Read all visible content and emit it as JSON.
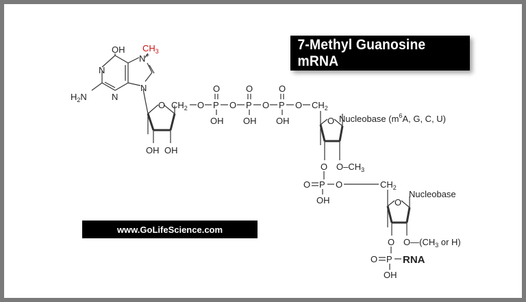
{
  "title": "7-Methyl Guanosine mRNA",
  "url": "www.GoLifeScience.com",
  "colors": {
    "methyl_label": "#cc1111",
    "label_background": "#000000",
    "frame": "#7a7a7a"
  },
  "labels": {
    "oh": "OH",
    "ch3": "CH",
    "ch3_sub": "3",
    "n_plus": "N",
    "plus": "+",
    "n": "N",
    "h2n": "H",
    "h2n_sub": "2",
    "h2n_n": "N",
    "o": "O",
    "ch2": "CH",
    "ch2_sub": "2",
    "p": "P",
    "nucleobase_first": "Nucleobase (m",
    "nucleobase_sup": "6",
    "nucleobase_rest": "A, G, C, U)",
    "nucleobase": "Nucleobase",
    "o_ch3": "O–CH",
    "ch3_or_h": "O—(CH",
    "ch3_or_h_sub": "3",
    "ch3_or_h_rest": " or H)",
    "rna": "RNA"
  }
}
